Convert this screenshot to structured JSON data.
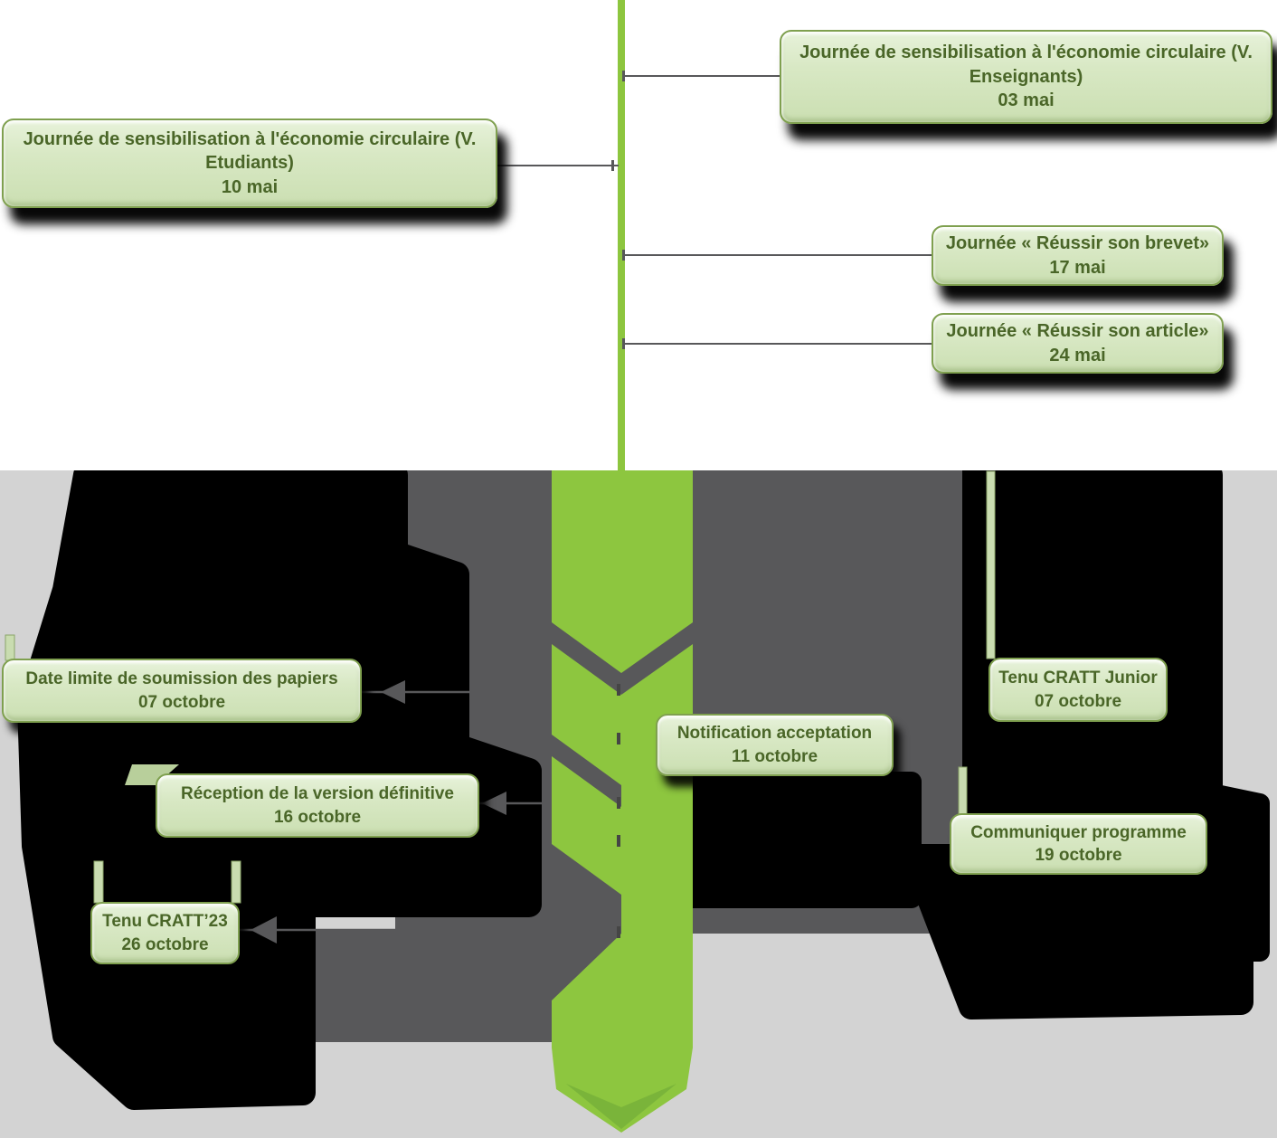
{
  "diagram": {
    "type": "vertical-timeline",
    "colors": {
      "timeline_green": "#8dc63f",
      "box_fill": "#d8e8c4",
      "box_border": "#7fa04f",
      "box_text": "#4a6628",
      "panel_gray": "#58585a",
      "background_bottom": "#d3d3d3",
      "shadow": "#000000"
    },
    "may_events": [
      {
        "title": "Journée de sensibilisation à l'économie circulaire (V. Enseignants)",
        "date": "03 mai",
        "side": "right"
      },
      {
        "title": "Journée de sensibilisation à l'économie circulaire (V. Etudiants)",
        "date": "10 mai",
        "side": "left"
      },
      {
        "title": "Journée « Réussir son brevet»",
        "date": "17 mai",
        "side": "right"
      },
      {
        "title": "Journée « Réussir son article»",
        "date": "24 mai",
        "side": "right"
      }
    ],
    "october_events_left": [
      {
        "title": "Date limite de soumission des papiers",
        "date": "07 octobre"
      },
      {
        "title": "Réception de la version définitive",
        "date": "16 octobre"
      },
      {
        "title": "Tenu CRATT’23",
        "date": "26 octobre"
      }
    ],
    "october_events_right": [
      {
        "title": "Tenu CRATT Junior",
        "date": "07 octobre"
      },
      {
        "title": "Notification acceptation",
        "date": "11 octobre"
      },
      {
        "title": "Communiquer programme",
        "date": "19 octobre"
      }
    ]
  }
}
